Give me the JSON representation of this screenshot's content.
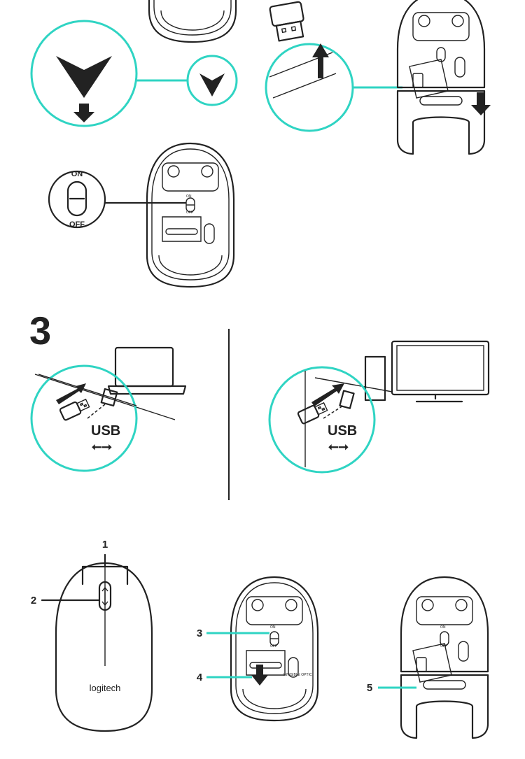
{
  "colors": {
    "accent": "#2fd4c3",
    "ink": "#222222"
  },
  "switch": {
    "on": "ON",
    "off": "OFF"
  },
  "mouse_labels": {
    "on": "ON",
    "off": "OFF",
    "sensor": "INVISIBLE OPTIC"
  },
  "step3": {
    "number": "3",
    "usb_left": "USB",
    "usb_right": "USB"
  },
  "brand": "logitech",
  "callouts": [
    "1",
    "2",
    "3",
    "4",
    "5"
  ]
}
